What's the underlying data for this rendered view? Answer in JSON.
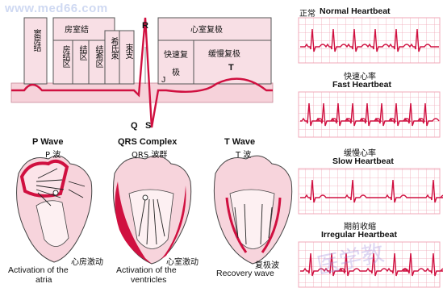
{
  "watermark": "www.med66.com",
  "conduction": {
    "blocks": {
      "sinus": "窦房结",
      "av_node": "房室结",
      "atrial_node": "房结区",
      "nodal": "结区",
      "node_his": "结希区",
      "his_bundle": "希氏束",
      "bundle": "束支",
      "ventricular_repol": "心室复极",
      "fast": "快速复极",
      "slow": "缓慢复极"
    },
    "letters": {
      "R": "R",
      "Q": "Q",
      "S": "S",
      "J": "J",
      "T": "T"
    }
  },
  "hearts": [
    {
      "title": "P Wave",
      "title_cn": "P 波",
      "caption_cn": "心房激动",
      "caption_en_1": "Activation of the",
      "caption_en_2": "atria"
    },
    {
      "title": "QRS Complex",
      "title_cn": "QRS 波群",
      "caption_cn": "心室激动",
      "caption_en_1": "Activation of the",
      "caption_en_2": "ventricles"
    },
    {
      "title": "T Wave",
      "title_cn": "T 波",
      "caption_cn": "复极波",
      "caption_en_1": "Recovery wave",
      "caption_en_2": ""
    }
  ],
  "ecg_strips": [
    {
      "title_cn": "正常",
      "title_en": "Normal Heartbeat",
      "rhythm": "normal"
    },
    {
      "title_cn": "快速心率",
      "title_en": "Fast Heartbeat",
      "rhythm": "fast"
    },
    {
      "title_cn": "缓慢心率",
      "title_en": "Slow Heartbeat",
      "rhythm": "slow"
    },
    {
      "title_cn": "期前收缩",
      "title_en": "Irregular Heartbeat",
      "rhythm": "irregular"
    }
  ],
  "bottom_watermark": "医学教",
  "colors": {
    "accent": "#e8375a",
    "pink_fill": "#f8d6dc",
    "pink_dark": "#d94463",
    "grid": "#f0a8b8",
    "ecg_line": "#d01040"
  }
}
